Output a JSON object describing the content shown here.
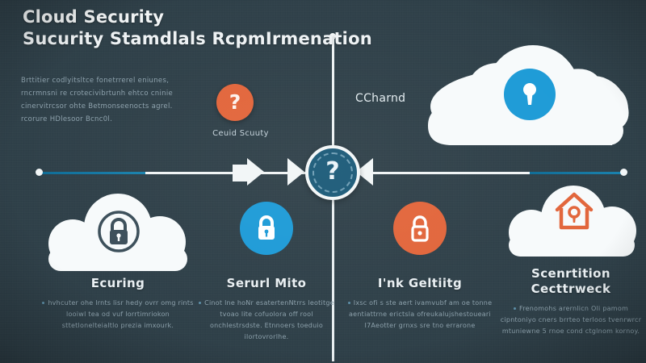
{
  "theme": {
    "background": "#2f4049",
    "accent_blue": "#1e9bd7",
    "deep_blue": "#1b5a78",
    "accent_orange": "#e2663c",
    "cloud_white": "#f7fafb",
    "body_text": "#8ca0ab",
    "heading_text": "#eaf0f3"
  },
  "header": {
    "title_line1": "Cloud Security",
    "title_line2": "Sucurity Stamdlals RcpmIrmenation",
    "intro_paragraph": "Brttitier codlyitsltce fonetrrerel eniunes, rncrmnsni re crotecivibrtunh ehtco cninie cinervitrcsor ohte Betmonseenocts agrel. rcorure HDlesoor Bcnc0l."
  },
  "hub": {
    "icon": "question-mark-icon",
    "glyph": "?",
    "label_right": "CCharnd"
  },
  "badge": {
    "icon": "question-mark-icon",
    "glyph": "?",
    "caption": "Ceuid Scuuty"
  },
  "top_cloud": {
    "icon": "keyhole-icon",
    "color": "#1e9bd7"
  },
  "columns": [
    {
      "id": "col-1",
      "icon": "cloud-lock-icon",
      "icon_style": "cloud-with-dark-lock",
      "heading": "Ecuring",
      "body": "hvhcuter ohe lrnts lisr hedy ovrr omg rints looiwl tea od vuf lorrtimriokon sttetlonelteialtlo prezia imxourk."
    },
    {
      "id": "col-2",
      "icon": "padlock-icon",
      "icon_style": "blue-circle-padlock",
      "heading": "Serurl Mito",
      "body": "Cinot lne hoNr esatertenNtrrs leotitge tvoao lite cofuolora off rool onchlestrsdste. Etnnoers toeduio ilortovrorlhe."
    },
    {
      "id": "col-3",
      "icon": "padlock-icon",
      "icon_style": "orange-circle-padlock",
      "heading": "I'nk Geltiitg",
      "body": "Ixsc ofi s ste aert ivamvubf am oe tonne aentiattrne erictsla ofreukalujshestoueari I7Aeotter grnxs sre tno errarone"
    },
    {
      "id": "col-4",
      "icon": "cloud-home-icon",
      "icon_style": "cloud-with-orange-home",
      "heading_line1": "Scenrtition",
      "heading_line2": "Cecttrweck",
      "body": "Frenomohs arernlicn Oli pamom cipntoniyo cners brrteo terloos tvenrwrcr mtuniewne 5 rnoe cond ctglnom kornoy."
    }
  ]
}
